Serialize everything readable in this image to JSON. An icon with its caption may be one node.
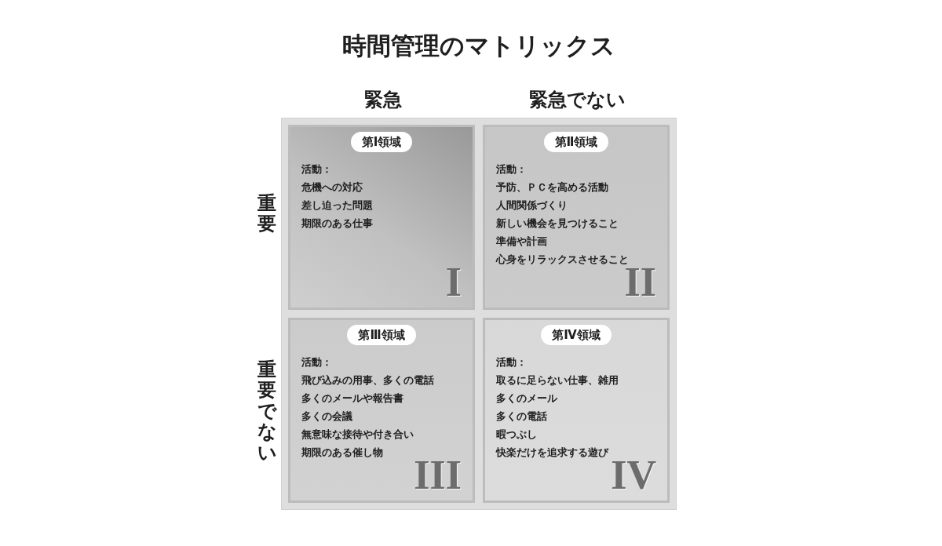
{
  "diagram": {
    "title": "時間管理のマトリックス",
    "nodes": [
      {
        "text": [
          "第Ⅰ領域",
          "活動：",
          "危機への対応",
          "差し迫った問題",
          "期限のある仕事",
          "I"
        ]
      },
      {
        "text": [
          "第Ⅱ領域",
          "活動：",
          "予防、ＰＣを高める活動",
          "人間関係づくり",
          "新しい機会を見つけること",
          "準備や計画",
          "心身をリラックスさせること",
          "II"
        ]
      },
      {
        "text": [
          "第Ⅲ領域",
          "活動：",
          "飛び込みの用事、多くの電話",
          "多くのメールや報告書",
          "多くの会議",
          "無意味な接待や付き合い",
          "期限のある催し物",
          "III"
        ]
      },
      {
        "text": [
          "第Ⅳ領域",
          "活動：",
          "取るに足らない仕事、雑用",
          "多くのメール",
          "多くの電話",
          "暇つぶし",
          "快楽だけを追求する遊び",
          "IV"
        ]
      }
    ],
    "labels": [
      "緊急",
      "緊急でない",
      "重要",
      "重要でない"
    ]
  }
}
